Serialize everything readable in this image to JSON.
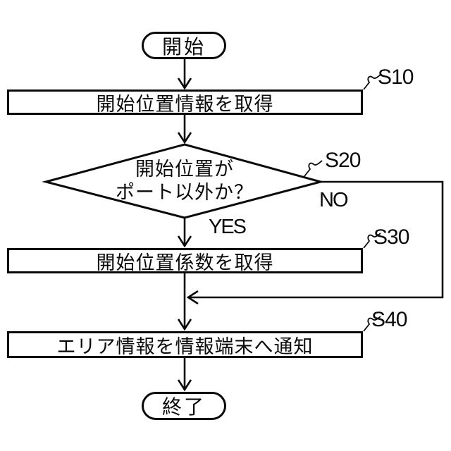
{
  "diagram": {
    "type": "flowchart",
    "language": "ja",
    "nodes": {
      "start": {
        "shape": "terminal",
        "label": "開始"
      },
      "s10": {
        "shape": "process",
        "step": "S10",
        "label": "開始位置情報を取得"
      },
      "s20": {
        "shape": "decision",
        "step": "S20",
        "label_line1": "開始位置が",
        "label_line2": "ポート以外か？"
      },
      "s30": {
        "shape": "process",
        "step": "S30",
        "label": "開始位置係数を取得"
      },
      "s40": {
        "shape": "process",
        "step": "S40",
        "label": "エリア情報を情報端末へ通知"
      },
      "end": {
        "shape": "terminal",
        "label": "終了"
      }
    },
    "branch_labels": {
      "yes": "YES",
      "no": "NO"
    },
    "edges": [
      {
        "from": "start",
        "to": "s10"
      },
      {
        "from": "s10",
        "to": "s20"
      },
      {
        "from": "s20",
        "to": "s30",
        "label": "YES"
      },
      {
        "from": "s20",
        "to": "s40",
        "label": "NO",
        "route": "right-side-bypass"
      },
      {
        "from": "s30",
        "to": "s40"
      },
      {
        "from": "s40",
        "to": "end"
      }
    ],
    "colors": {
      "line": "#0a0a0a",
      "background": "#ffffff",
      "node_fill": "#ffffff"
    }
  }
}
